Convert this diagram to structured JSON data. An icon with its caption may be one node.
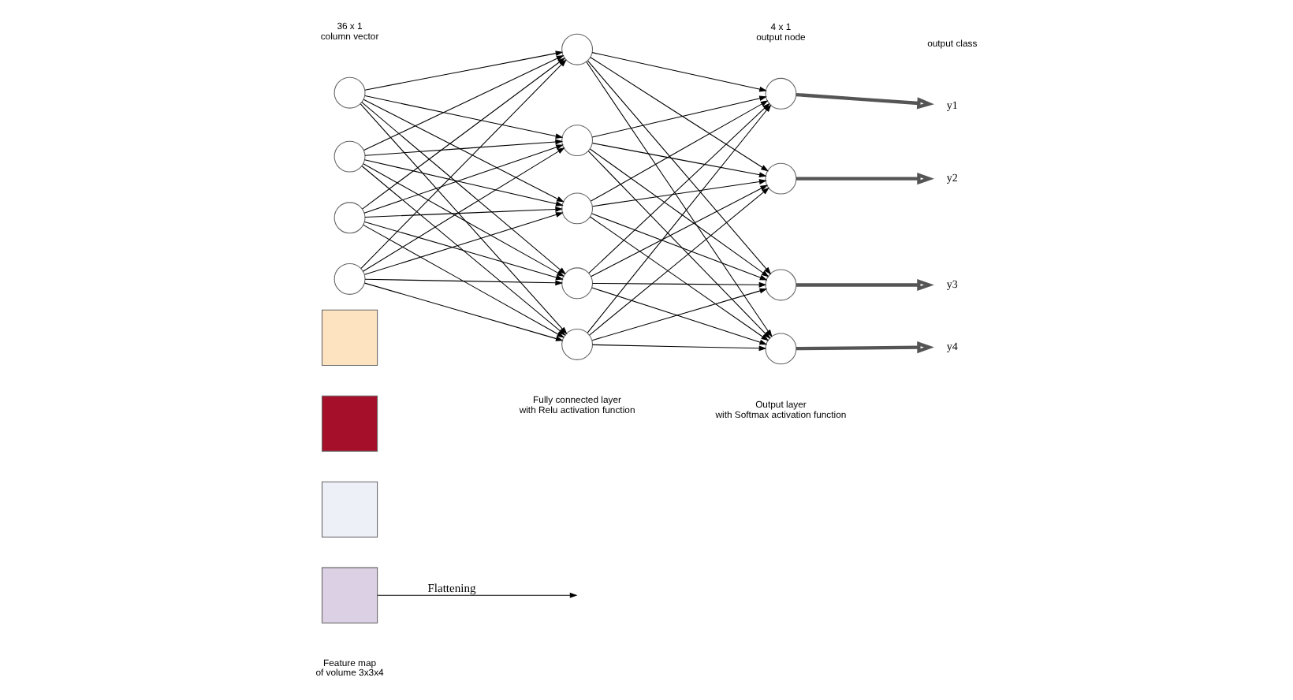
{
  "diagram": {
    "nodes": [
      {
        "text": [],
        "shape": "box"
      },
      {
        "text": [],
        "shape": "box"
      },
      {
        "text": [],
        "shape": "box"
      },
      {
        "text": [],
        "shape": "box"
      },
      {
        "text": [],
        "shape": "circle"
      },
      {
        "text": [],
        "shape": "circle"
      },
      {
        "text": [],
        "shape": "circle"
      },
      {
        "text": [],
        "shape": "circle"
      },
      {
        "text": [],
        "shape": "circle"
      },
      {
        "text": [],
        "shape": "circle"
      },
      {
        "text": [],
        "shape": "circle"
      },
      {
        "text": [],
        "shape": "circle"
      },
      {
        "text": [],
        "shape": "circle"
      },
      {
        "text": [],
        "shape": "circle"
      },
      {
        "text": [],
        "shape": "circle"
      },
      {
        "text": [],
        "shape": "circle"
      },
      {
        "text": [],
        "shape": "circle"
      },
      {
        "text": [
          "y1"
        ]
      },
      {
        "text": [
          "y2"
        ]
      },
      {
        "text": [
          "y3"
        ]
      },
      {
        "text": [
          "y4"
        ]
      }
    ],
    "edges": [
      {
        "from": 3,
        "to": null,
        "arrow": "to",
        "label": "Flattening"
      },
      {
        "from": 4,
        "to": 8,
        "arrow": "to"
      },
      {
        "from": 4,
        "to": 9,
        "arrow": "to"
      },
      {
        "from": 4,
        "to": 10,
        "arrow": "to"
      },
      {
        "from": 4,
        "to": 11,
        "arrow": "to"
      },
      {
        "from": 4,
        "to": 12,
        "arrow": "to"
      },
      {
        "from": 5,
        "to": 8,
        "arrow": "to"
      },
      {
        "from": 5,
        "to": 9,
        "arrow": "to"
      },
      {
        "from": 5,
        "to": 10,
        "arrow": "to"
      },
      {
        "from": 5,
        "to": 11,
        "arrow": "to"
      },
      {
        "from": 5,
        "to": 12,
        "arrow": "to"
      },
      {
        "from": 6,
        "to": 8,
        "arrow": "to"
      },
      {
        "from": 6,
        "to": 9,
        "arrow": "to"
      },
      {
        "from": 6,
        "to": 10,
        "arrow": "to"
      },
      {
        "from": 6,
        "to": 11,
        "arrow": "to"
      },
      {
        "from": 6,
        "to": 12,
        "arrow": "to"
      },
      {
        "from": 7,
        "to": 8,
        "arrow": "to"
      },
      {
        "from": 7,
        "to": 9,
        "arrow": "to"
      },
      {
        "from": 7,
        "to": 10,
        "arrow": "to"
      },
      {
        "from": 7,
        "to": 11,
        "arrow": "to"
      },
      {
        "from": 7,
        "to": 12,
        "arrow": "to"
      },
      {
        "from": 8,
        "to": 13,
        "arrow": "to"
      },
      {
        "from": 8,
        "to": 14,
        "arrow": "to"
      },
      {
        "from": 8,
        "to": 15,
        "arrow": "to"
      },
      {
        "from": 8,
        "to": 16,
        "arrow": "to"
      },
      {
        "from": 9,
        "to": 13,
        "arrow": "to"
      },
      {
        "from": 9,
        "to": 14,
        "arrow": "to"
      },
      {
        "from": 9,
        "to": 15,
        "arrow": "to"
      },
      {
        "from": 9,
        "to": 16,
        "arrow": "to"
      },
      {
        "from": 10,
        "to": 13,
        "arrow": "to"
      },
      {
        "from": 10,
        "to": 14,
        "arrow": "to"
      },
      {
        "from": 10,
        "to": 15,
        "arrow": "to"
      },
      {
        "from": 10,
        "to": 16,
        "arrow": "to"
      },
      {
        "from": 11,
        "to": 13,
        "arrow": "to"
      },
      {
        "from": 11,
        "to": 14,
        "arrow": "to"
      },
      {
        "from": 11,
        "to": 15,
        "arrow": "to"
      },
      {
        "from": 11,
        "to": 16,
        "arrow": "to"
      },
      {
        "from": 12,
        "to": 13,
        "arrow": "to"
      },
      {
        "from": 12,
        "to": 14,
        "arrow": "to"
      },
      {
        "from": 12,
        "to": 15,
        "arrow": "to"
      },
      {
        "from": 12,
        "to": 16,
        "arrow": "to"
      },
      {
        "from": 13,
        "to": 17,
        "arrow": "to",
        "style": "thick"
      },
      {
        "from": 14,
        "to": 18,
        "arrow": "to",
        "style": "thick"
      },
      {
        "from": 15,
        "to": 19,
        "arrow": "to",
        "style": "thick"
      },
      {
        "from": 16,
        "to": 20,
        "arrow": "to",
        "style": "thick"
      }
    ],
    "labels": [
      "36 x 1 column vector",
      "Feature map of volume 3x3x4",
      "4 x 1 output node",
      "output class",
      "Output layer with Softmax activation function",
      "Fully connected layer with Relu activation function"
    ]
  }
}
